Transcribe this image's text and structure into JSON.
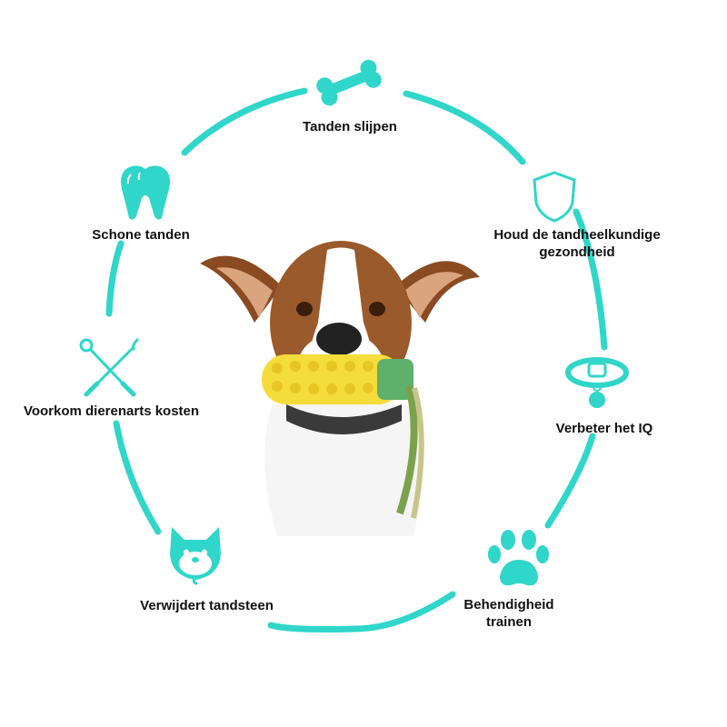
{
  "colors": {
    "accent": "#2fd6c9",
    "text": "#111111",
    "corn": "#f4dc3a"
  },
  "benefits": [
    {
      "label": "Tanden slijpen",
      "icon": "bone-icon"
    },
    {
      "label": "Houd de tandheelkundige gezondheid",
      "line1": "Houd de tandheelkundige",
      "line2": "gezondheid",
      "icon": "shield-icon"
    },
    {
      "label": "Verbeter het IQ",
      "icon": "pet-collar-icon"
    },
    {
      "label": "Behendigheid trainen",
      "line1": "Behendigheid",
      "line2": "trainen",
      "icon": "paw-icon"
    },
    {
      "label": "Verwijdert tandsteen",
      "icon": "shiba-face-icon"
    },
    {
      "label": "Voorkom dierenarts kosten",
      "icon": "dental-tools-icon"
    },
    {
      "label": "Schone tanden",
      "icon": "tooth-icon"
    }
  ],
  "center_image": {
    "subject": "dog-with-corn-chew-toy-photo"
  }
}
